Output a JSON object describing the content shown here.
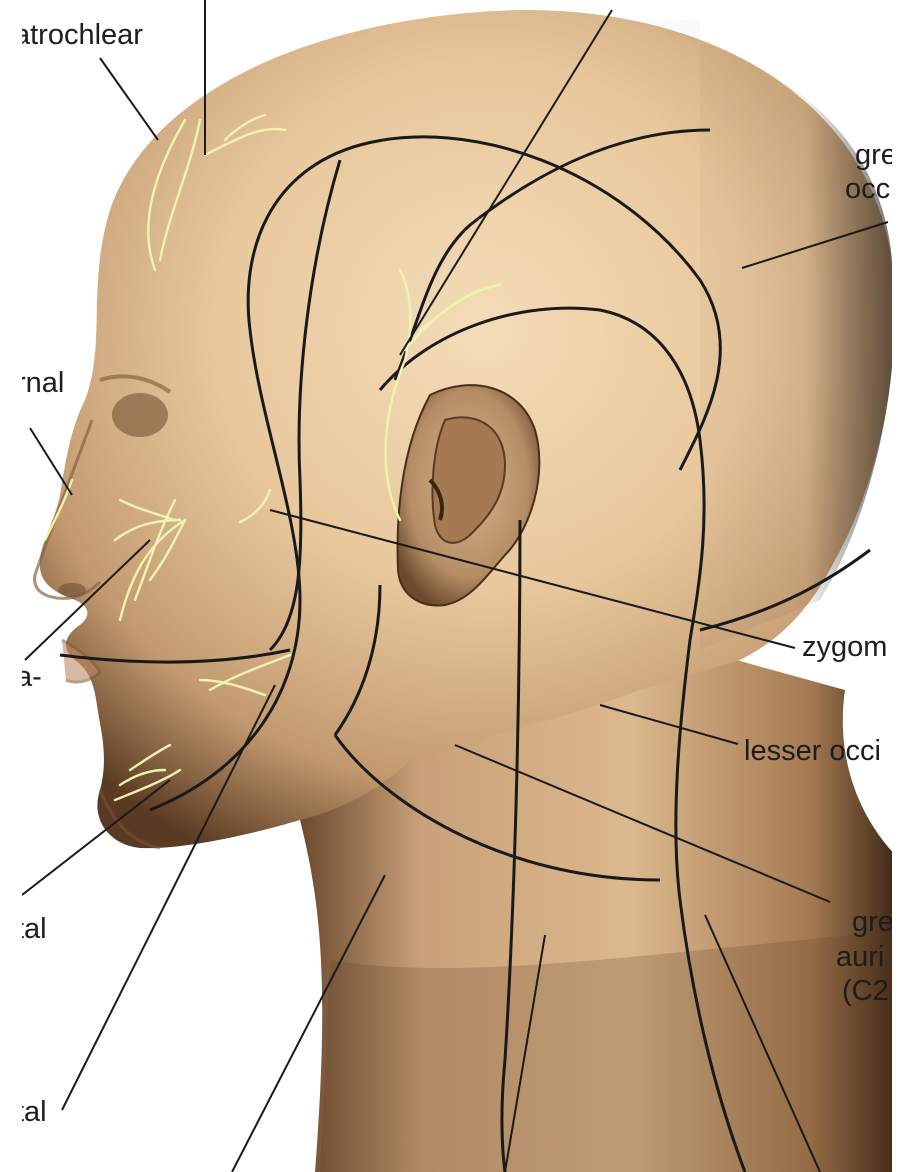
{
  "labels": {
    "supratrochlear": "atrochlear",
    "greater_occipital_line1": "gre",
    "greater_occipital_line2": "occi",
    "external": "rnal",
    "zygomatic": "zygom",
    "infra": "a-",
    "lesser_occipital": "lesser occi",
    "mental": "tal",
    "greater_auricular_line1": "gre",
    "greater_auricular_line2": "auri",
    "greater_auricular_line3": "(C2",
    "bottom_left": "tal"
  },
  "colors": {
    "skin_light": "#f0d8b4",
    "skin_mid": "#d9b38a",
    "skin_dark": "#7a5636",
    "shadow": "#2a1a0e",
    "nerve": "#e8f0a8",
    "dermatome_line": "#1a1a1a",
    "leader_line": "#1a1a1a"
  }
}
